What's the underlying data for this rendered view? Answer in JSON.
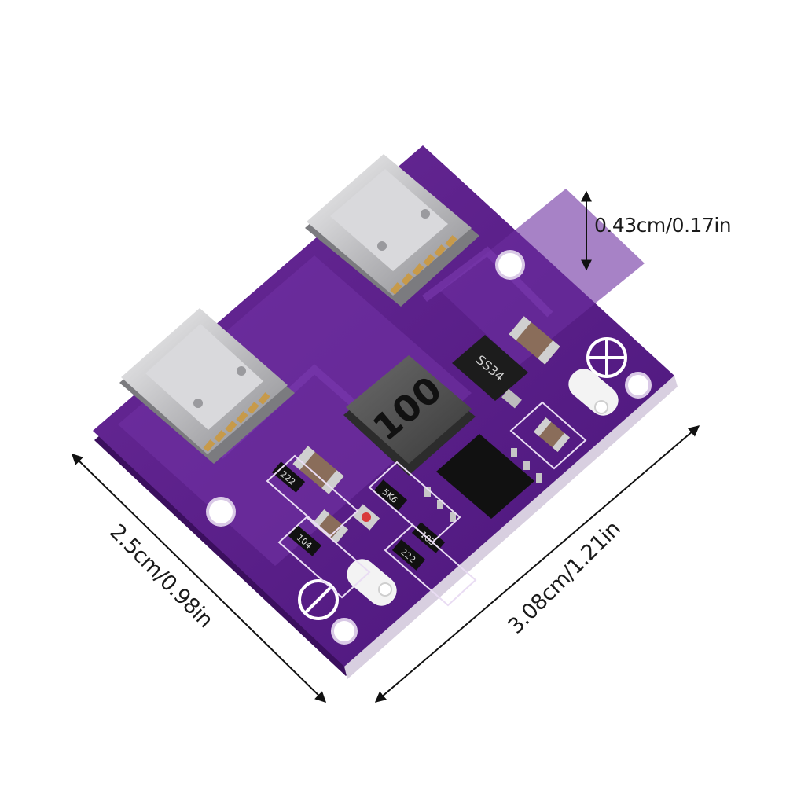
{
  "dimensions": {
    "height": "0.43cm/0.17in",
    "width": "2.5cm/0.98in",
    "length": "3.08cm/1.21in"
  },
  "components": {
    "inductor_marking": "100",
    "diode_marking": "SS34",
    "resistor_markings": [
      "222",
      "104",
      "103",
      "222",
      "5K6"
    ]
  },
  "colors": {
    "pcb": "#5b1e86",
    "pcb_dark": "#3f0f63",
    "silkscreen": "#ffffff",
    "metal": "#c9c9cb",
    "ink": "#111111"
  }
}
